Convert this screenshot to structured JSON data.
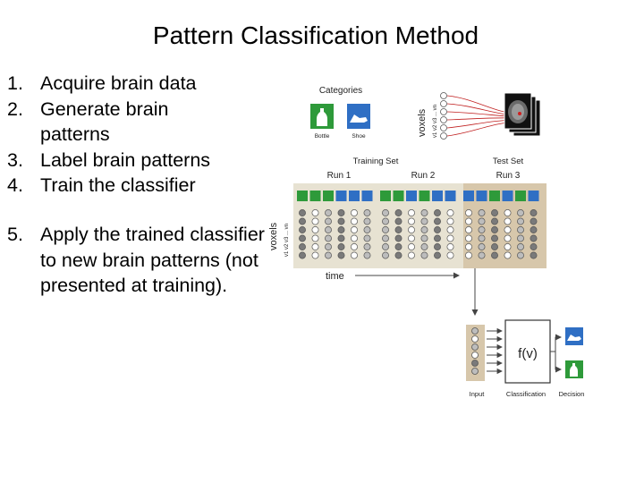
{
  "slide": {
    "title": "Pattern Classification Method",
    "steps": [
      {
        "num": "1.",
        "text": "Acquire brain data"
      },
      {
        "num": "2.",
        "text": "Generate brain patterns"
      },
      {
        "num": "3.",
        "text": "Label brain patterns"
      },
      {
        "num": "4.",
        "text": "Train the classifier"
      },
      {
        "num": "5.",
        "text": "Apply the trained classifier to new brain patterns (not presented at training)."
      }
    ]
  },
  "figure": {
    "categories_label": "Categories",
    "category_names": [
      "Bottle",
      "Shoe"
    ],
    "voxels_label": "voxels",
    "voxel_index_top": "v1 v2 v3 ... vn",
    "voxel_index_left": "v1 v2 v3 ... vn",
    "training_set_label": "Training Set",
    "test_set_label": "Test Set",
    "runs": [
      "Run 1",
      "Run 2",
      "Run 3"
    ],
    "time_label": "time",
    "function_label": "f(v)",
    "input_label": "Input",
    "classification_label": "Classification",
    "decision_label": "Decision",
    "colors": {
      "bottle": "#2e9a3a",
      "shoe": "#2f6fc4",
      "training_bg": "#e7e2d2",
      "test_bg": "#d7c7ab",
      "wire": "#c02020"
    }
  }
}
